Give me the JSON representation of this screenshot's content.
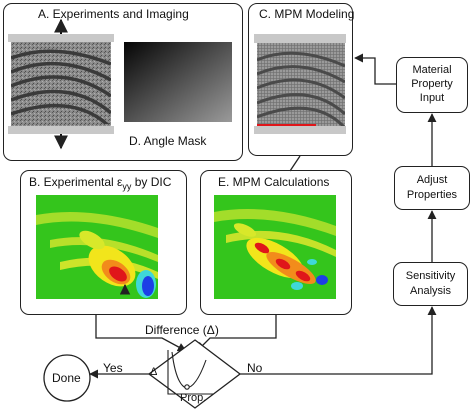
{
  "panels": {
    "a_title": "A. Experiments and Imaging",
    "c_title": "C. MPM Modeling",
    "d_label": "D. Angle Mask",
    "b_title_prefix": "B. Experimental ε",
    "b_title_sub": "yy",
    "b_title_suffix": " by DIC",
    "e_title": "E. MPM Calculations"
  },
  "right_chain": {
    "material_line1": "Material",
    "material_line2": "Property",
    "material_line3": "Input",
    "adjust_line1": "Adjust",
    "adjust_line2": "Properties",
    "sensitivity_line1": "Sensitivity",
    "sensitivity_line2": "Analysis"
  },
  "decision": {
    "difference_label": "Difference (Δ)",
    "delta_axis": "Δ",
    "prop_axis": "Prop.",
    "yes_label": "Yes",
    "no_label": "No",
    "done_label": "Done"
  },
  "colors": {
    "stroke": "#222222",
    "field_green": "#34c51c",
    "field_yellow": "#f2e51b",
    "field_red": "#e0161a",
    "field_blue": "#1d3fe6",
    "field_cyan": "#3fd8d8",
    "support_gray": "#c8c8c8"
  }
}
